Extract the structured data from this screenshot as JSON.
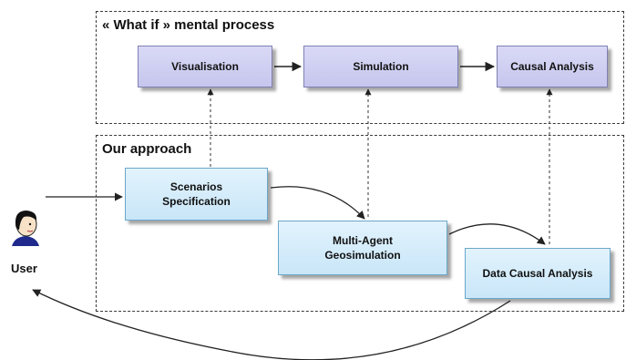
{
  "frames": {
    "what_if": {
      "title": "« What if » mental process"
    },
    "approach": {
      "title": "Our approach"
    }
  },
  "mental_process": {
    "visualisation": "Visualisation",
    "simulation": "Simulation",
    "causal_analysis": "Causal Analysis"
  },
  "approach_steps": {
    "scenarios": [
      "Scenarios",
      "Specification"
    ],
    "geosimulation": [
      "Multi-Agent",
      "Geosimulation"
    ],
    "data_causal": "Data Causal Analysis"
  },
  "user": {
    "label": "User"
  },
  "colors": {
    "purple_box": "#c6c6ee",
    "blue_box": "#c9e6f8",
    "line": "#333333"
  }
}
